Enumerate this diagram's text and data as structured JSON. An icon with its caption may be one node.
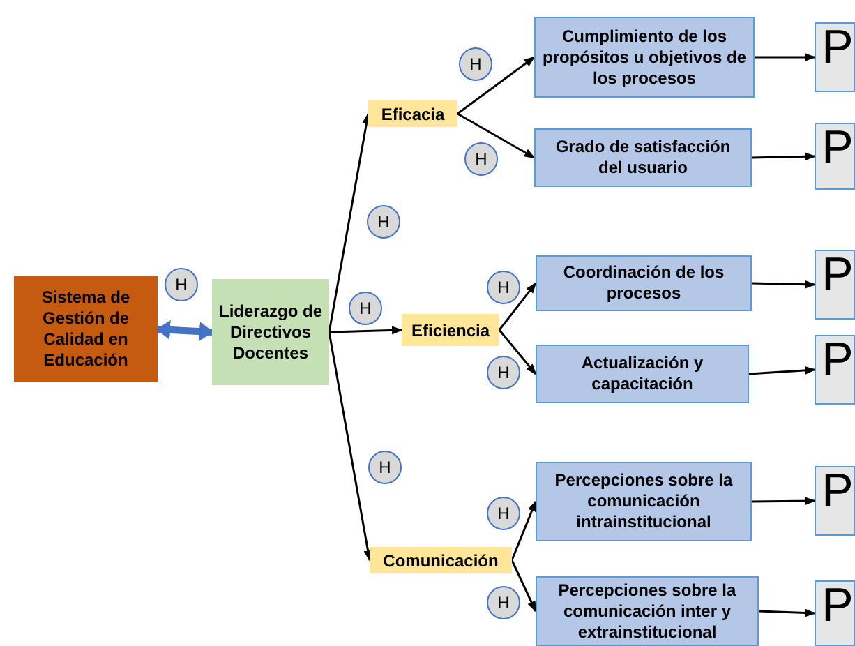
{
  "diagram": {
    "nodes": [
      {
        "text": [
          "Sistema de Gestión de Calidad en Educación"
        ]
      },
      {
        "text": [
          "Liderazgo de Directivos Docentes"
        ]
      },
      {
        "text": [
          "Eficacia"
        ]
      },
      {
        "text": [
          "Eficiencia"
        ]
      },
      {
        "text": [
          "Comunicación"
        ]
      },
      {
        "text": [
          "Cumplimiento de los propósitos u objetivos de los procesos"
        ]
      },
      {
        "text": [
          "Grado de satisfacción del usuario"
        ]
      },
      {
        "text": [
          "Coordinación de los procesos"
        ]
      },
      {
        "text": [
          "Actualización y capacitación"
        ]
      },
      {
        "text": [
          "Percepciones sobre la comunicación intrainstitucional"
        ]
      },
      {
        "text": [
          "Percepciones sobre la comunicación inter y extrainstitucional"
        ]
      },
      {
        "text": [
          "P"
        ]
      },
      {
        "text": [
          "P"
        ]
      },
      {
        "text": [
          "P"
        ]
      },
      {
        "text": [
          "P"
        ]
      },
      {
        "text": [
          "P"
        ]
      },
      {
        "text": [
          "P"
        ]
      },
      {
        "text": [
          "H"
        ]
      },
      {
        "text": [
          "H"
        ]
      },
      {
        "text": [
          "H"
        ]
      },
      {
        "text": [
          "H"
        ]
      },
      {
        "text": [
          "H"
        ]
      },
      {
        "text": [
          "H"
        ]
      },
      {
        "text": [
          "H"
        ]
      },
      {
        "text": [
          "H"
        ]
      },
      {
        "text": [
          "H"
        ]
      },
      {
        "text": [
          "H"
        ]
      }
    ],
    "edges": [
      {
        "from": 0,
        "to": 1,
        "arrow": "both",
        "style": "thick",
        "color": "#4472c4"
      },
      {
        "from": 1,
        "to": 2,
        "arrow": "to"
      },
      {
        "from": 1,
        "to": 3,
        "arrow": "to"
      },
      {
        "from": 1,
        "to": 4,
        "arrow": "to"
      },
      {
        "from": 2,
        "to": 5,
        "arrow": "to"
      },
      {
        "from": 2,
        "to": 6,
        "arrow": "to"
      },
      {
        "from": 3,
        "to": 7,
        "arrow": "to"
      },
      {
        "from": 3,
        "to": 8,
        "arrow": "to"
      },
      {
        "from": 4,
        "to": 9,
        "arrow": "to"
      },
      {
        "from": 4,
        "to": 10,
        "arrow": "to"
      },
      {
        "from": 5,
        "to": 11,
        "arrow": "to"
      },
      {
        "from": 6,
        "to": 12,
        "arrow": "to"
      },
      {
        "from": 7,
        "to": 13,
        "arrow": "to"
      },
      {
        "from": 8,
        "to": 14,
        "arrow": "to"
      },
      {
        "from": 9,
        "to": 15,
        "arrow": "to"
      },
      {
        "from": 10,
        "to": 16,
        "arrow": "to"
      }
    ]
  }
}
